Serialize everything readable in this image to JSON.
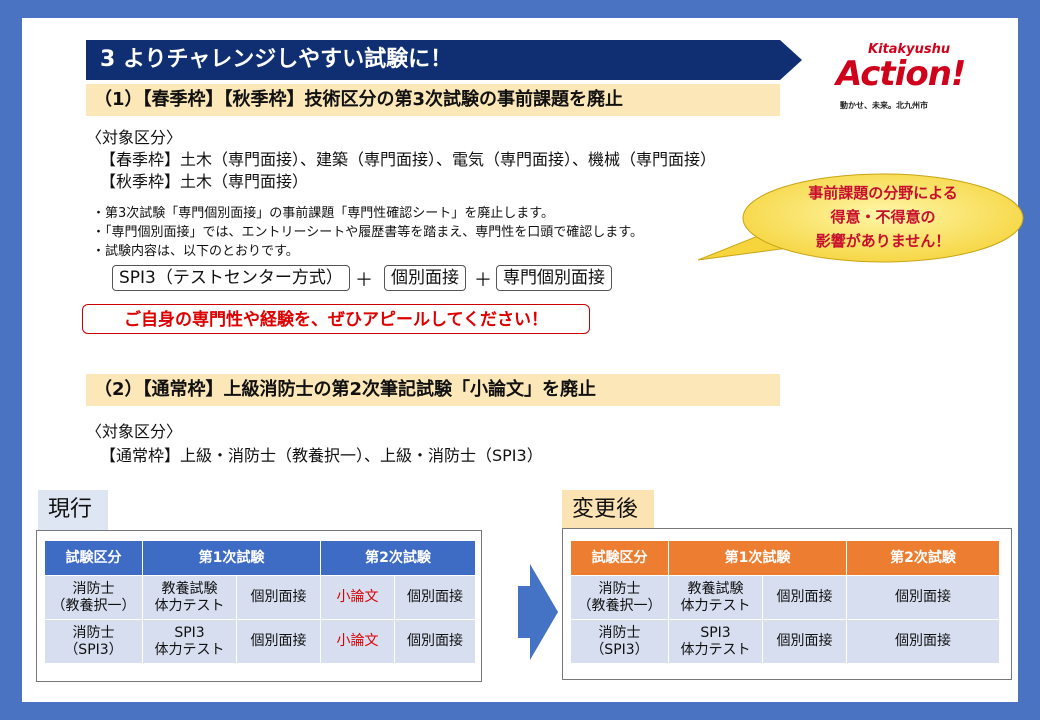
{
  "title": "3 よりチャレンジしやすい試験に！",
  "logo": {
    "top": "Kitakyushu",
    "main": "Action!",
    "tagline": "動かせ、未来。北九州市"
  },
  "section1": {
    "heading": "（1）【春季枠】【秋季枠】技術区分の第3次試験の事前課題を廃止",
    "target_label": "〈対象区分〉",
    "target_line1": "【春季枠】土木（専門面接）、建築（専門面接）、電気（専門面接）、機械（専門面接）",
    "target_line2": "【秋季枠】土木（専門面接）",
    "bullet1": "・第3次試験「専門個別面接」の事前課題「専門性確認シート」を廃止します。",
    "bullet2": "・「専門個別面接」では、エントリーシートや履歴書等を踏まえ、専門性を口頭で確認します。",
    "bullet3": "・試験内容は、以下のとおりです。",
    "box1": "SPI3（テストセンター方式）",
    "plus": "＋",
    "box2": "個別面接",
    "box3": "専門個別面接",
    "appeal": "ご自身の専門性や経験を、ぜひアピールしてください！"
  },
  "bubble": {
    "line1": "事前課題の分野による",
    "line2": "得意・不得意の",
    "line3": "影響がありません！"
  },
  "section2": {
    "heading": "（2）【通常枠】上級消防士の第2次筆記試験「小論文」を廃止",
    "target_label": "〈対象区分〉",
    "target_line1": "【通常枠】上級・消防士（教養択一）、上級・消防士（SPI3）"
  },
  "current": {
    "label": "現行",
    "headers": [
      "試験区分",
      "第1次試験",
      "第2次試験"
    ],
    "rows": [
      {
        "category": [
          "消防士",
          "（教養択一）"
        ],
        "first_a": [
          "教養試験",
          "体力テスト"
        ],
        "first_b": "個別面接",
        "second_a": "小論文",
        "second_b": "個別面接"
      },
      {
        "category": [
          "消防士",
          "（SPI3）"
        ],
        "first_a": [
          "SPI3",
          "体力テスト"
        ],
        "first_b": "個別面接",
        "second_a": "小論文",
        "second_b": "個別面接"
      }
    ]
  },
  "after": {
    "label": "変更後",
    "headers": [
      "試験区分",
      "第1次試験",
      "第2次試験"
    ],
    "rows": [
      {
        "category": [
          "消防士",
          "（教養択一）"
        ],
        "first_a": [
          "教養試験",
          "体力テスト"
        ],
        "first_b": "個別面接",
        "second": "個別面接"
      },
      {
        "category": [
          "消防士",
          "（SPI3）"
        ],
        "first_a": [
          "SPI3",
          "体力テスト"
        ],
        "first_b": "個別面接",
        "second": "個別面接"
      }
    ]
  },
  "colors": {
    "navy": "#0f2f72",
    "subbar": "#fbe7b8",
    "blue_header": "#3e6cc4",
    "orange_header": "#ed7d31",
    "cell": "#d6def0",
    "accent_red": "#dd0000",
    "arrow": "#4472c4"
  }
}
